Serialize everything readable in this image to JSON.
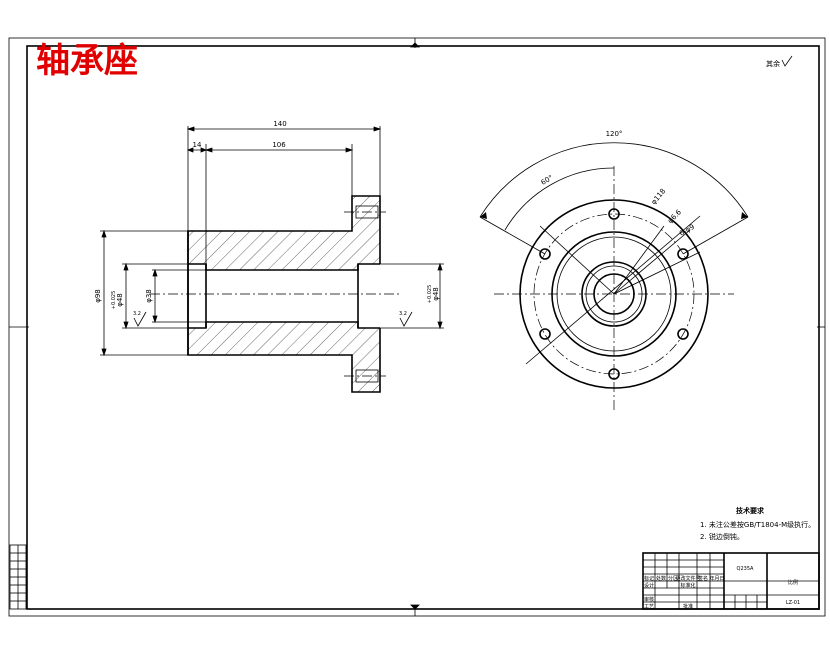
{
  "drawing": {
    "title": "轴承座",
    "top_right_note": "其余",
    "colors": {
      "title": "#e00000",
      "line": "#000000",
      "paper": "#ffffff"
    }
  },
  "front_view": {
    "dim_overall_length": "140",
    "dim_flange": "14",
    "dim_bore_depth": "106",
    "dim_outer_dia": "φ98",
    "dim_bore_left": "φ48",
    "dim_bore_left_tol": "+0.025",
    "dim_center_hole": "φ38",
    "dim_bore_right": "φ48",
    "dim_bore_right_tol": "+0.025",
    "roughness_left": "3.2",
    "roughness_right": "3.2"
  },
  "side_view": {
    "dim_angle_total": "120°",
    "dim_angle_pitch": "60°",
    "dim_pcd": "φ118",
    "dim_hole": "φ6.6",
    "dim_holes_count": "6-φ9"
  },
  "tech_req": {
    "heading": "技术要求",
    "line1": "1. 未注公差按GB/T1804-M级执行。",
    "line2": "2. 锐边倒钝。"
  },
  "title_block": {
    "material": "Q235A",
    "scale_label": "比例",
    "drawing_no": "LZ-01",
    "row_labels": [
      "标记",
      "处数",
      "分区",
      "更改文件号",
      "签名",
      "年月日"
    ],
    "design": "设计",
    "check": "审核",
    "craft": "工艺",
    "approve": "批准",
    "standardize": "标准化"
  }
}
